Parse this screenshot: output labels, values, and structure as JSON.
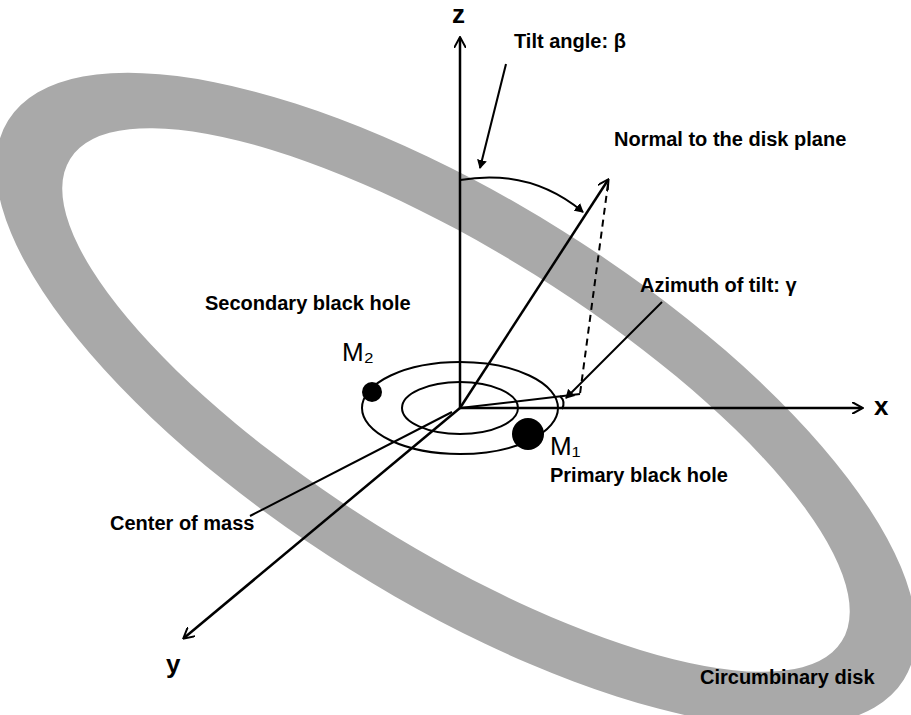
{
  "diagram": {
    "labels": [
      "z",
      "x",
      "y",
      "Tilt angle: β",
      "Normal to the disk plane",
      "Secondary black hole",
      "M₂",
      "Azimuth of tilt: γ",
      "Primary black hole",
      "M₁",
      "Center of mass",
      "Circumbinary disk"
    ]
  }
}
